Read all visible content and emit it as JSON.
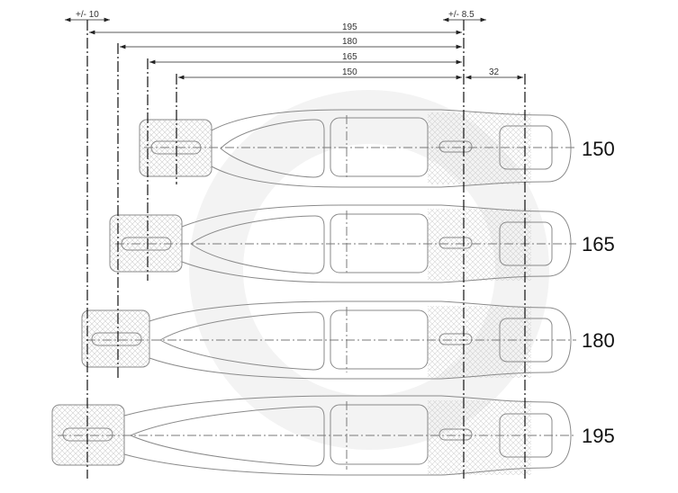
{
  "dimensions": {
    "tolerance_left": "+/- 10",
    "tolerance_right": "+/- 8.5",
    "d195": "195",
    "d180": "180",
    "d165": "165",
    "d150": "150",
    "d32": "32"
  },
  "sizes": [
    "150",
    "165",
    "180",
    "195"
  ],
  "colors": {
    "outline": "#8a8a8a",
    "hatch": "#c8c8c8",
    "line": "#222222"
  }
}
